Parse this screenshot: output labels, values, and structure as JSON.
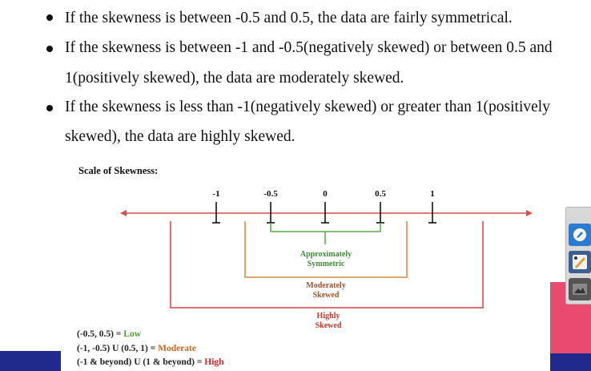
{
  "bullets": {
    "line1": "If the skewness is between -0.5 and 0.5, the data are fairly symmetrical.",
    "line2a": "If the skewness is between -1 and -0.5(negatively skewed) or between 0.5 and",
    "line2b": "1(positively skewed), the data are moderately skewed.",
    "line3a": "If the skewness is less than -1(negatively skewed) or greater than 1(positively",
    "line3b": "skewed), the data are highly skewed."
  },
  "scale": {
    "title": "Scale of Skewness:",
    "ticks": [
      "-1",
      "-0.5",
      "0",
      "0.5",
      "1"
    ],
    "approx_line1": "Approximately",
    "approx_line2": "Symmetric",
    "moderate_line1": "Moderately",
    "moderate_line2": "Skewed",
    "high_line1": "Highly",
    "high_line2": "Skewed",
    "colors": {
      "axis": "#e04b4b",
      "symmetric": "#5aa84a",
      "moderate": "#d48a3c",
      "high": "#d84040"
    }
  },
  "legend": {
    "row1_range": "(-0.5, 0.5) = ",
    "row1_level": "Low",
    "row2_range": "(-1, -0.5) U (0.5, 1) = ",
    "row2_level": "Moderate",
    "row3_range": "(-1 & beyond) U (1 & beyond) = ",
    "row3_level": "High"
  },
  "toolbar": {
    "icons": [
      "pen-tool-icon",
      "draw-icon",
      "image-icon"
    ]
  }
}
